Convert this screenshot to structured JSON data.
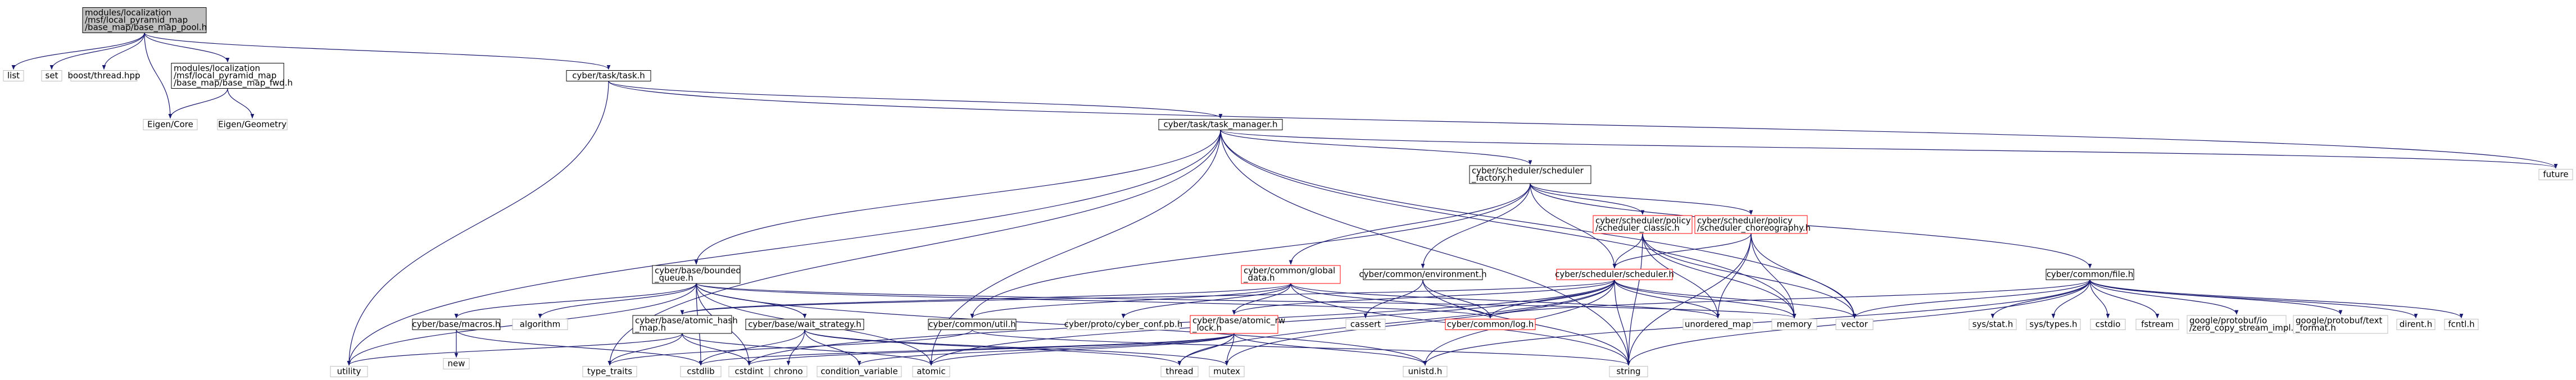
{
  "colors": {
    "edge": "#191970",
    "root_fill": "#bfbfbf",
    "box_black": "#000000",
    "box_red": "#ff0000",
    "box_gray": "#bfbfbf",
    "text": "#000000"
  },
  "nodes": {
    "root": {
      "lines": [
        "modules/localization",
        "/msf/local_pyramid_map",
        "/base_map/base_map_pool.h"
      ],
      "style": "root"
    },
    "list": {
      "lines": [
        "list"
      ],
      "style": "gray"
    },
    "set": {
      "lines": [
        "set"
      ],
      "style": "gray"
    },
    "boost_thread": {
      "lines": [
        "boost/thread.hpp"
      ],
      "style": "gray"
    },
    "base_map_field": {
      "lines": [
        "modules/localization",
        "/msf/local_pyramid_map",
        "/base_map/base_map_fwd.h"
      ],
      "style": "black"
    },
    "task_h": {
      "lines": [
        "cyber/task/task.h"
      ],
      "style": "black"
    },
    "eigen_core": {
      "lines": [
        "Eigen/Core"
      ],
      "style": "gray"
    },
    "eigen_geometry": {
      "lines": [
        "Eigen/Geometry"
      ],
      "style": "gray"
    },
    "task_manager": {
      "lines": [
        "cyber/task/task_manager.h"
      ],
      "style": "black"
    },
    "future": {
      "lines": [
        "future"
      ],
      "style": "gray"
    },
    "scheduler_factory": {
      "lines": [
        "cyber/scheduler/scheduler",
        "_factory.h"
      ],
      "style": "black"
    },
    "bounded_queue": {
      "lines": [
        "cyber/base/bounded",
        "_queue.h"
      ],
      "style": "black"
    },
    "global_data": {
      "lines": [
        "cyber/common/global",
        "_data.h"
      ],
      "style": "red"
    },
    "environment": {
      "lines": [
        "cyber/common/environment.h"
      ],
      "style": "black"
    },
    "scheduler_classic": {
      "lines": [
        "cyber/scheduler/policy",
        "/scheduler_classic.h"
      ],
      "style": "red"
    },
    "scheduler_choreography": {
      "lines": [
        "cyber/scheduler/policy",
        "/scheduler_choreography.h"
      ],
      "style": "red"
    },
    "scheduler_h": {
      "lines": [
        "cyber/scheduler/scheduler.h"
      ],
      "style": "red"
    },
    "file_h": {
      "lines": [
        "cyber/common/file.h"
      ],
      "style": "black"
    },
    "macros": {
      "lines": [
        "cyber/base/macros.h"
      ],
      "style": "black"
    },
    "algorithm": {
      "lines": [
        "algorithm"
      ],
      "style": "gray"
    },
    "atomic_hash_map": {
      "lines": [
        "cyber/base/atomic_hash",
        "_map.h"
      ],
      "style": "black"
    },
    "wait_strategy": {
      "lines": [
        "cyber/base/wait_strategy.h"
      ],
      "style": "black"
    },
    "util_h": {
      "lines": [
        "cyber/common/util.h"
      ],
      "style": "black"
    },
    "cyber_conf": {
      "lines": [
        "cyber/proto/cyber_conf.pb.h"
      ],
      "style": "gray"
    },
    "atomic_rw_lock": {
      "lines": [
        "cyber/base/atomic_rw",
        "_lock.h"
      ],
      "style": "red"
    },
    "cassert": {
      "lines": [
        "cassert"
      ],
      "style": "gray"
    },
    "log_h": {
      "lines": [
        "cyber/common/log.h"
      ],
      "style": "red"
    },
    "unordered_map": {
      "lines": [
        "unordered_map"
      ],
      "style": "gray"
    },
    "memory": {
      "lines": [
        "memory"
      ],
      "style": "gray"
    },
    "vector": {
      "lines": [
        "vector"
      ],
      "style": "gray"
    },
    "sys_stat": {
      "lines": [
        "sys/stat.h"
      ],
      "style": "gray"
    },
    "sys_types": {
      "lines": [
        "sys/types.h"
      ],
      "style": "gray"
    },
    "cstdio": {
      "lines": [
        "cstdio"
      ],
      "style": "gray"
    },
    "fstream": {
      "lines": [
        "fstream"
      ],
      "style": "gray"
    },
    "zero_copy": {
      "lines": [
        "google/protobuf/io",
        "/zero_copy_stream_impl.h"
      ],
      "style": "gray"
    },
    "text_format": {
      "lines": [
        "google/protobuf/text",
        "_format.h"
      ],
      "style": "gray"
    },
    "dirent": {
      "lines": [
        "dirent.h"
      ],
      "style": "gray"
    },
    "fcntl": {
      "lines": [
        "fcntl.h"
      ],
      "style": "gray"
    },
    "new": {
      "lines": [
        "new"
      ],
      "style": "gray"
    },
    "utility": {
      "lines": [
        "utility"
      ],
      "style": "gray"
    },
    "type_traits": {
      "lines": [
        "type_traits"
      ],
      "style": "gray"
    },
    "cstdlib": {
      "lines": [
        "cstdlib"
      ],
      "style": "gray"
    },
    "cstdint": {
      "lines": [
        "cstdint"
      ],
      "style": "gray"
    },
    "chrono": {
      "lines": [
        "chrono"
      ],
      "style": "gray"
    },
    "condition_variable": {
      "lines": [
        "condition_variable"
      ],
      "style": "gray"
    },
    "atomic": {
      "lines": [
        "atomic"
      ],
      "style": "gray"
    },
    "thread": {
      "lines": [
        "thread"
      ],
      "style": "gray"
    },
    "mutex": {
      "lines": [
        "mutex"
      ],
      "style": "gray"
    },
    "unistd": {
      "lines": [
        "unistd.h"
      ],
      "style": "gray"
    },
    "string": {
      "lines": [
        "string"
      ],
      "style": "gray"
    }
  },
  "edges": [
    [
      "root",
      "list"
    ],
    [
      "root",
      "set"
    ],
    [
      "root",
      "boost_thread"
    ],
    [
      "root",
      "eigen_core"
    ],
    [
      "root",
      "base_map_field"
    ],
    [
      "root",
      "task_h"
    ],
    [
      "base_map_field",
      "eigen_core"
    ],
    [
      "base_map_field",
      "eigen_geometry"
    ],
    [
      "task_h",
      "task_manager"
    ],
    [
      "task_h",
      "future"
    ],
    [
      "task_h",
      "utility"
    ],
    [
      "task_manager",
      "future"
    ],
    [
      "task_manager",
      "scheduler_factory"
    ],
    [
      "task_manager",
      "bounded_queue"
    ],
    [
      "task_manager",
      "memory"
    ],
    [
      "task_manager",
      "vector"
    ],
    [
      "task_manager",
      "string"
    ],
    [
      "task_manager",
      "utility"
    ],
    [
      "task_manager",
      "type_traits"
    ],
    [
      "task_manager",
      "atomic"
    ],
    [
      "scheduler_factory",
      "global_data"
    ],
    [
      "scheduler_factory",
      "environment"
    ],
    [
      "scheduler_factory",
      "scheduler_classic"
    ],
    [
      "scheduler_factory",
      "scheduler_choreography"
    ],
    [
      "scheduler_factory",
      "scheduler_h"
    ],
    [
      "scheduler_factory",
      "file_h"
    ],
    [
      "scheduler_factory",
      "util_h"
    ],
    [
      "bounded_queue",
      "macros"
    ],
    [
      "bounded_queue",
      "algorithm"
    ],
    [
      "bounded_queue",
      "wait_strategy"
    ],
    [
      "bounded_queue",
      "unistd"
    ],
    [
      "bounded_queue",
      "cstdint"
    ],
    [
      "bounded_queue",
      "cstdlib"
    ],
    [
      "bounded_queue",
      "memory"
    ],
    [
      "bounded_queue",
      "utility"
    ],
    [
      "bounded_queue",
      "atomic"
    ],
    [
      "bounded_queue",
      "log_h"
    ],
    [
      "global_data",
      "atomic_hash_map"
    ],
    [
      "global_data",
      "atomic_rw_lock"
    ],
    [
      "global_data",
      "cyber_conf"
    ],
    [
      "global_data",
      "util_h"
    ],
    [
      "global_data",
      "log_h"
    ],
    [
      "global_data",
      "unordered_map"
    ],
    [
      "global_data",
      "string"
    ],
    [
      "environment",
      "cassert"
    ],
    [
      "environment",
      "log_h"
    ],
    [
      "environment",
      "string"
    ],
    [
      "scheduler_classic",
      "scheduler_h"
    ],
    [
      "scheduler_classic",
      "unordered_map"
    ],
    [
      "scheduler_classic",
      "memory"
    ],
    [
      "scheduler_classic",
      "vector"
    ],
    [
      "scheduler_classic",
      "string"
    ],
    [
      "scheduler_choreography",
      "scheduler_h"
    ],
    [
      "scheduler_choreography",
      "unordered_map"
    ],
    [
      "scheduler_choreography",
      "memory"
    ],
    [
      "scheduler_choreography",
      "vector"
    ],
    [
      "scheduler_choreography",
      "string"
    ],
    [
      "scheduler_h",
      "atomic_hash_map"
    ],
    [
      "scheduler_h",
      "atomic_rw_lock"
    ],
    [
      "scheduler_h",
      "log_h"
    ],
    [
      "scheduler_h",
      "unordered_map"
    ],
    [
      "scheduler_h",
      "memory"
    ],
    [
      "scheduler_h",
      "vector"
    ],
    [
      "scheduler_h",
      "string"
    ],
    [
      "scheduler_h",
      "thread"
    ],
    [
      "scheduler_h",
      "mutex"
    ],
    [
      "scheduler_h",
      "atomic"
    ],
    [
      "scheduler_h",
      "unistd"
    ],
    [
      "scheduler_h",
      "cstdint"
    ],
    [
      "file_h",
      "log_h"
    ],
    [
      "file_h",
      "vector"
    ],
    [
      "file_h",
      "string"
    ],
    [
      "file_h",
      "sys_stat"
    ],
    [
      "file_h",
      "sys_types"
    ],
    [
      "file_h",
      "cstdio"
    ],
    [
      "file_h",
      "fstream"
    ],
    [
      "file_h",
      "zero_copy"
    ],
    [
      "file_h",
      "text_format"
    ],
    [
      "file_h",
      "dirent"
    ],
    [
      "file_h",
      "fcntl"
    ],
    [
      "file_h",
      "unistd"
    ],
    [
      "macros",
      "new"
    ],
    [
      "macros",
      "cstdlib"
    ],
    [
      "atomic_hash_map",
      "cstdint"
    ],
    [
      "atomic_hash_map",
      "type_traits"
    ],
    [
      "atomic_hash_map",
      "utility"
    ],
    [
      "atomic_hash_map",
      "atomic"
    ],
    [
      "wait_strategy",
      "chrono"
    ],
    [
      "wait_strategy",
      "condition_variable"
    ],
    [
      "wait_strategy",
      "mutex"
    ],
    [
      "wait_strategy",
      "thread"
    ],
    [
      "wait_strategy",
      "cstdlib"
    ],
    [
      "util_h",
      "string"
    ],
    [
      "util_h",
      "type_traits"
    ],
    [
      "atomic_rw_lock",
      "unistd"
    ],
    [
      "atomic_rw_lock",
      "atomic"
    ],
    [
      "atomic_rw_lock",
      "condition_variable"
    ],
    [
      "atomic_rw_lock",
      "cstdint"
    ],
    [
      "atomic_rw_lock",
      "cstdlib"
    ],
    [
      "atomic_rw_lock",
      "mutex"
    ],
    [
      "atomic_rw_lock",
      "thread"
    ]
  ]
}
